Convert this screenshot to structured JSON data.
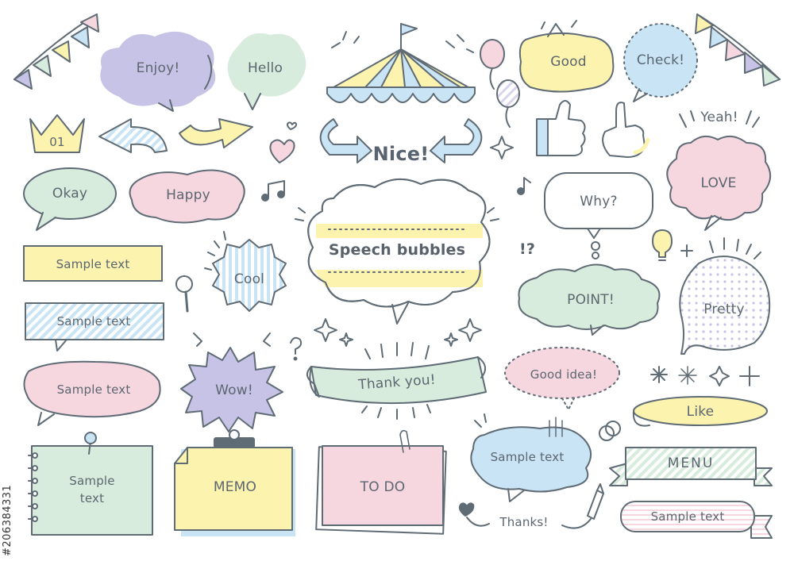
{
  "labels": {
    "enjoy": "Enjoy!",
    "hello": "Hello",
    "good": "Good",
    "check": "Check!",
    "yeah": "Yeah!",
    "num": "01",
    "nice": "Nice!",
    "love": "LOVE",
    "okay": "Okay",
    "happy": "Happy",
    "why": "Why?",
    "speech": "Speech bubbles",
    "sample1": "Sample text",
    "sample2": "Sample text",
    "cool": "Cool",
    "exq": "!?",
    "point": "POINT!",
    "pretty": "Pretty",
    "sample3": "Sample text",
    "wow": "Wow!",
    "thankyou": "Thank you!",
    "goodidea": "Good idea!",
    "like": "Like",
    "sample4": "Sample text",
    "memo": "MEMO",
    "todo": "TO DO",
    "sample5": "Sample text",
    "menu": "MENU",
    "thanks": "Thanks!",
    "sample6": "Sample text"
  },
  "stock_id": "#206384331",
  "colors": {
    "purple": "#c7c3e6",
    "green": "#d7ecdc",
    "yellow": "#fbf3ae",
    "blue": "#c9e4f4",
    "pink": "#f7d7df",
    "line": "#5f6b75"
  }
}
